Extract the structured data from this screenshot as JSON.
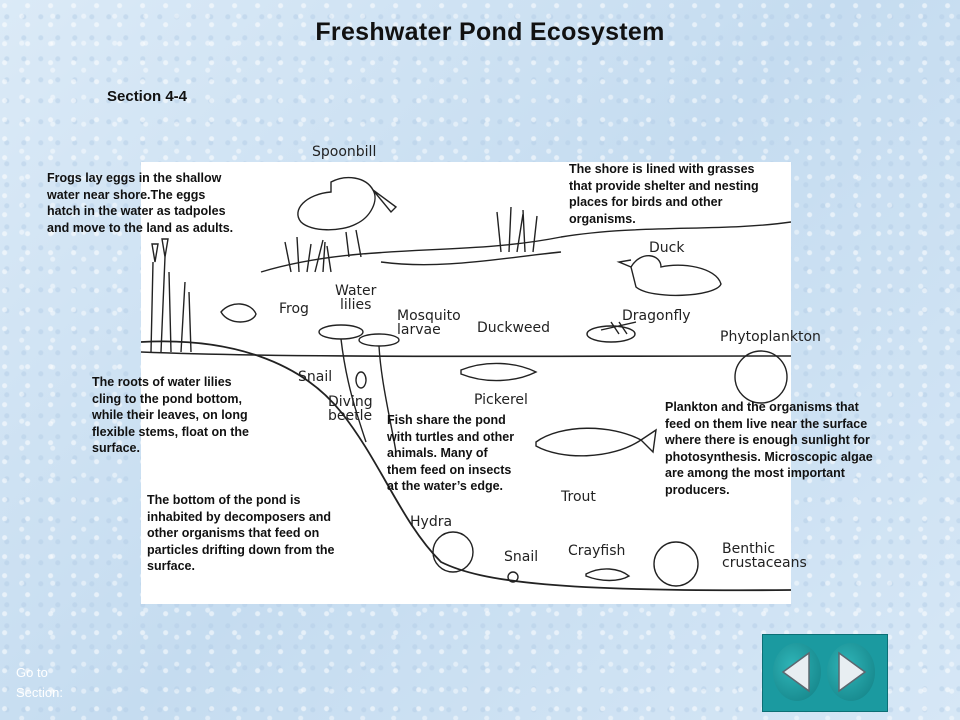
{
  "title": "Freshwater Pond Ecosystem",
  "section": "Section 4-4",
  "labels": {
    "spoonbill": "Spoonbill",
    "duck": "Duck",
    "frog": "Frog",
    "water_lilies_1": "Water",
    "water_lilies_2": "lilies",
    "mosquito_1": "Mosquito",
    "mosquito_2": "larvae",
    "duckweed": "Duckweed",
    "dragonfly": "Dragonfly",
    "phytoplankton": "Phytoplankton",
    "snail_top": "Snail",
    "diving_1": "Diving",
    "diving_2": "beetle",
    "pickerel": "Pickerel",
    "trout": "Trout",
    "hydra": "Hydra",
    "snail_bottom": "Snail",
    "crayfish": "Crayfish",
    "benthic_1": "Benthic",
    "benthic_2": "crustaceans"
  },
  "notes": {
    "frogs": [
      "Frogs lay eggs in the shallow",
      "water near shore.The eggs",
      "hatch in the water as tadpoles",
      "and move to the land as adults."
    ],
    "shore": [
      "The shore is lined with grasses",
      "that provide shelter and nesting",
      "places for birds and other",
      "organisms."
    ],
    "roots": [
      "The roots of water lilies",
      "cling to the pond bottom,",
      "while their leaves, on long",
      "flexible stems, float on the",
      "surface."
    ],
    "fish": [
      "Fish share the pond",
      "with turtles and other",
      "animals.  Many of",
      "them feed on insects",
      "at the water’s edge."
    ],
    "plankton": [
      "Plankton and the organisms that",
      "feed on them live near the surface",
      "where there is enough sunlight for",
      "photosynthesis.  Microscopic algae",
      "are among the most important",
      "producers."
    ],
    "bottom": [
      "The bottom of the pond is",
      "inhabited by decomposers and",
      "other organisms that feed on",
      "particles drifting down from the",
      "surface."
    ]
  },
  "nav": {
    "label_1": "Go to",
    "label_2": "Section:",
    "back_icon": "triangle-left-icon",
    "forward_icon": "triangle-right-icon"
  },
  "colors": {
    "background": "#cfe3f4",
    "nav_teal": "#1b9aa0"
  }
}
